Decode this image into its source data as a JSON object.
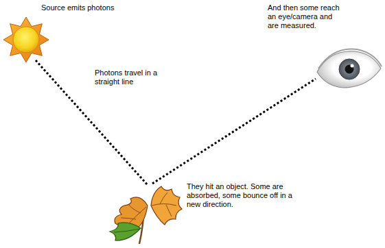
{
  "diagram": {
    "labels": [
      "Source emits photons",
      "Photons travel in a straight line",
      "And then some reach an eye/camera and are measured.",
      "They hit an object. Some are absorbed, some bounce off in a new direction."
    ]
  }
}
